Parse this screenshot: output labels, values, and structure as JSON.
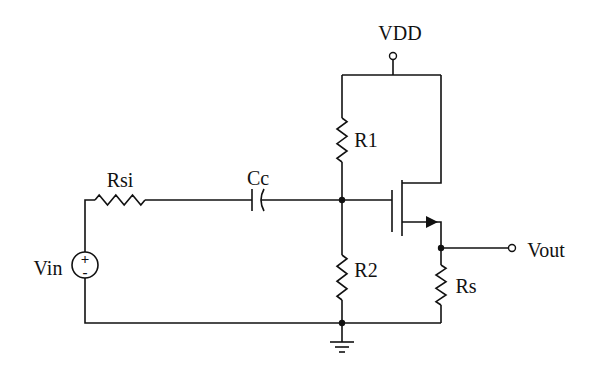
{
  "diagram": {
    "labels": [
      "VDD",
      "R1",
      "Rsi",
      "Cc",
      "Vin",
      "+",
      "-",
      "R2",
      "Vout",
      "Rs"
    ]
  }
}
